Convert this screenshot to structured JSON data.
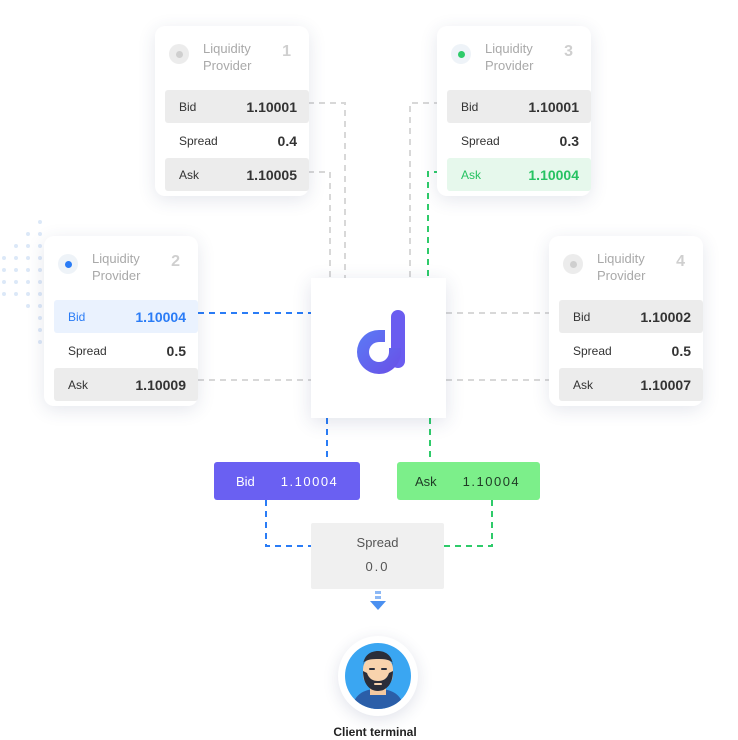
{
  "providers": [
    {
      "title": "Liquidity Provider",
      "number": "1",
      "status": "inactive",
      "bid_label": "Bid",
      "bid": "1.10001",
      "spread_label": "Spread",
      "spread": "0.4",
      "ask_label": "Ask",
      "ask": "1.10005",
      "highlight": "none"
    },
    {
      "title": "Liquidity Provider",
      "number": "2",
      "status": "active-blue",
      "bid_label": "Bid",
      "bid": "1.10004",
      "spread_label": "Spread",
      "spread": "0.5",
      "ask_label": "Ask",
      "ask": "1.10009",
      "highlight": "bid"
    },
    {
      "title": "Liquidity Provider",
      "number": "3",
      "status": "active-green",
      "bid_label": "Bid",
      "bid": "1.10001",
      "spread_label": "Spread",
      "spread": "0.3",
      "ask_label": "Ask",
      "ask": "1.10004",
      "highlight": "ask"
    },
    {
      "title": "Liquidity Provider",
      "number": "4",
      "status": "inactive",
      "bid_label": "Bid",
      "bid": "1.10002",
      "spread_label": "Spread",
      "spread": "0.5",
      "ask_label": "Ask",
      "ask": "1.10007",
      "highlight": "none"
    }
  ],
  "aggregator": {
    "logo_icon": "d-logo-icon"
  },
  "best_bid": {
    "label": "Bid",
    "value": "1.10004",
    "color": "#6a60f2"
  },
  "best_ask": {
    "label": "Ask",
    "value": "1.10004",
    "color": "#7cef8a"
  },
  "result_spread": {
    "label": "Spread",
    "value": "0.0"
  },
  "client": {
    "label": "Client terminal",
    "icon": "bearded-man-avatar-icon"
  },
  "colors": {
    "blue": "#2a7cf6",
    "green": "#2ecb6a",
    "purple": "#6a60f2",
    "line_gray": "#d8d8d8"
  }
}
